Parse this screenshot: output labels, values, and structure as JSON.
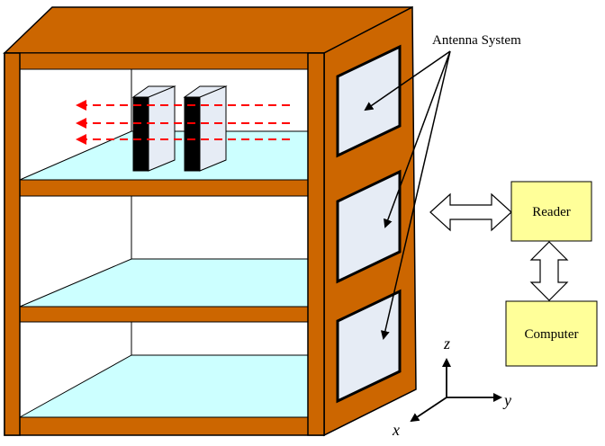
{
  "labels": {
    "antenna_system": "Antenna System",
    "reader": "Reader",
    "computer": "Computer"
  },
  "axes": {
    "x": "x",
    "y": "y",
    "z": "z"
  },
  "colors": {
    "frame": "#CC6600",
    "frame_outline": "#000000",
    "shelf_floor": "#CCFFFF",
    "antenna_panel": "#E6ECF5",
    "box_fill": "#FFFF99",
    "signal_arrow": "#FF0000",
    "tag_face": "#E6ECF5",
    "tag_side": "#000000"
  }
}
